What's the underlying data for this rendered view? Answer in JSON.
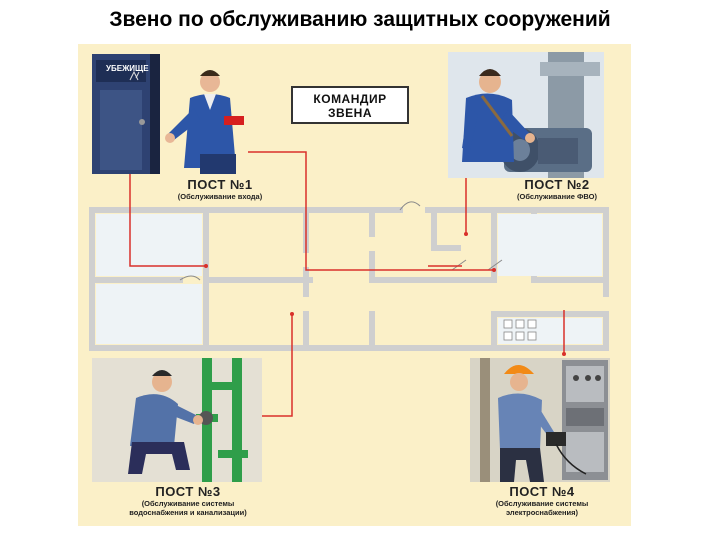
{
  "title": "Звено по обслуживанию защитных сооружений",
  "commander": {
    "line1": "КОМАНДИР",
    "line2": "ЗВЕНА"
  },
  "shelter_sign": "УБЕЖИЩЕ",
  "posts": [
    {
      "title": "ПОСТ №1",
      "subtitle": "(Обслуживание входа)"
    },
    {
      "title": "ПОСТ №2",
      "subtitle": "(Обслуживание ФВО)"
    },
    {
      "title": "ПОСТ №3",
      "subtitle_line1": "(Обслуживание системы",
      "subtitle_line2": "водоснабжения и канализации)"
    },
    {
      "title": "ПОСТ №4",
      "subtitle_line1": "(Обслуживание системы",
      "subtitle_line2": "электроснабжения)"
    }
  ],
  "colors": {
    "background": "#fbf0c8",
    "walls": "#cfcfcf",
    "connector_lines": "#d9302a",
    "uniform_blue": "#2d56a8"
  }
}
